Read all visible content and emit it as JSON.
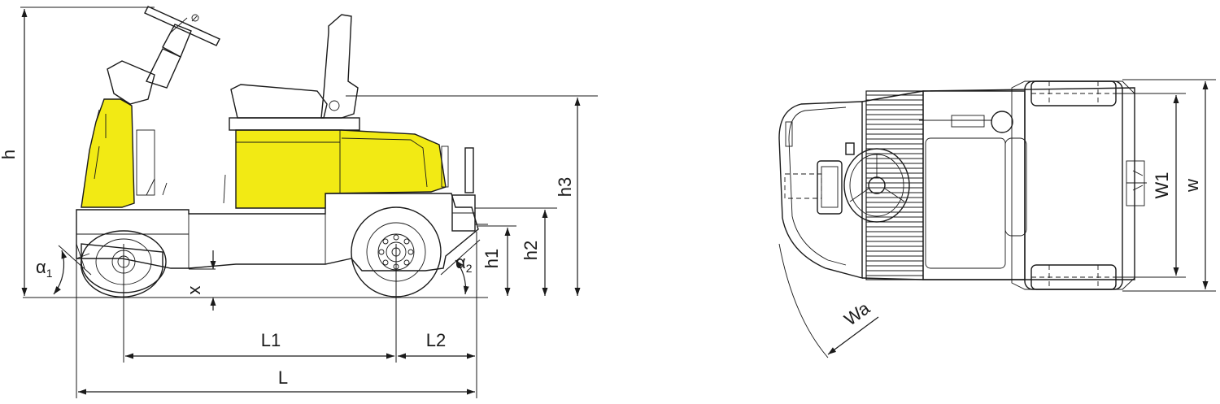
{
  "colors": {
    "body": "#f2ea14",
    "line": "#1a1a1a",
    "tire": "#ffffff"
  },
  "labels": {
    "h": "h",
    "h1": "h1",
    "h2": "h2",
    "h3": "h3",
    "x": "x",
    "L": "L",
    "L1": "L1",
    "L2": "L2",
    "alpha": "α",
    "alpha1_sub": "1",
    "alpha2_sub": "2",
    "Wa": "Wa",
    "W1": "W1",
    "w": "w"
  }
}
